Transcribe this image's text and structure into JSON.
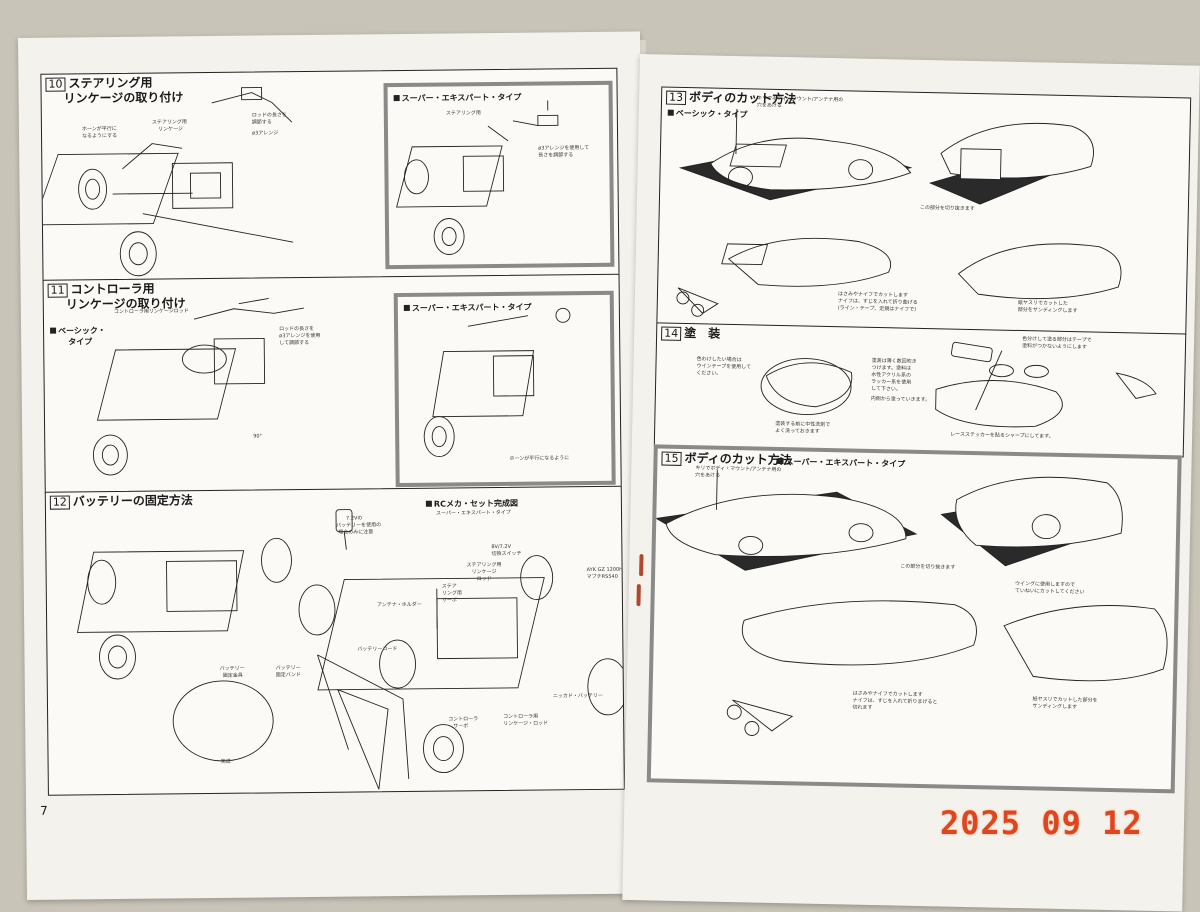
{
  "left_page": {
    "page_number": "7",
    "step10": {
      "number": "10",
      "title_line1": "ステアリング用",
      "title_line2": "リンケージの取り付け",
      "sub_title": "スーパー・エキスパート・タイプ",
      "notes": [
        "ホーンが平行に",
        "なるようにする",
        "ステアリング用",
        "リンケージ",
        "ロッドの長さを",
        "調節する",
        "ø3アレンジ",
        "ø3アレンジを使用して",
        "長さを調節する"
      ]
    },
    "step11": {
      "number": "11",
      "title_line1": "コントローラ用",
      "title_line2": "リンケージの取り付け",
      "basic_label_1": "ベーシック・",
      "basic_label_2": "タイプ",
      "sub_title": "スーパー・エキスパート・タイプ",
      "notes": [
        "コントローラ用リンケージロッド",
        "ロッドの長さを",
        "ø3アレンジを使用",
        "して調節する",
        "ホーンが平行になるように",
        "90°"
      ]
    },
    "step12": {
      "number": "12",
      "title": "バッテリーの固定方法",
      "rc_title": "RCメカ・セット完成図",
      "rc_subtitle": "スーパー・エキスパート・タイプ",
      "notes": [
        "7.2Vの",
        "バッテリーを使用の",
        "場合のみに注意",
        "バッテリー",
        "固定金具",
        "バッテリー",
        "固定バンド",
        "バッテリーコード",
        "アンテナ・ホルダー",
        "ステア",
        "リング用",
        "サーボ",
        "ステアリング用",
        "リンケージ",
        "ロッド",
        "8V/7.2V",
        "切換スイッチ",
        "AYK GZ 1200H",
        "マブチRS540",
        "ニッカド・バッテリー",
        "コントローラ用",
        "リンケージ・ロッド",
        "コントローラ",
        "サーボ",
        "完成"
      ]
    }
  },
  "right_page": {
    "step13": {
      "number": "13",
      "title": "ボディのカット方法",
      "basic_label": "ベーシック・タイプ",
      "notes": [
        "キリでボディ・マウント/アンテナ用の",
        "穴をあける",
        "この部分を切り抜きます",
        "はさみやナイフでカットします",
        "ナイフは、すじを入れて折り曲げる",
        "(ライン・テープ、定規はナイフで)",
        "紙ヤスリでカットした",
        "部分をサンディングします"
      ]
    },
    "step14": {
      "number": "14",
      "title": "塗　装",
      "notes": [
        "色わけしたい場合は",
        "ウインテープを使用して",
        "ください。",
        "塗装する前に中性洗剤で",
        "よく洗っておきます",
        "色分けして塗る部分はテープで",
        "塗料がつかないようにします",
        "塗装は薄く数回吹き",
        "つけます。塗料は",
        "水性アクリル系の",
        "ラッカー系を使用",
        "して下さい。",
        "内側から塗っていきます。",
        "レースステッカーを貼るシャープにしてます。"
      ]
    },
    "step15": {
      "number": "15",
      "title": "ボディのカット方法",
      "sub_title": "スーパー・エキスパート・タイプ",
      "notes": [
        "キリでボディ・マウント/アンテナ用の",
        "穴をあける",
        "この部分を切り抜きます",
        "ウイングに使用しますので",
        "ていねいにカットしてください",
        "はさみやナイフでカットします",
        "ナイフは、すじを入れて折りまげると",
        "切れます",
        "紙ヤスリでカットした部分を",
        "サンディングします"
      ]
    }
  },
  "date_stamp": "2025 09 12",
  "colors": {
    "paper": "#f4f2ec",
    "frame_gray": "#8a8a88",
    "stamp": "#e0461e",
    "ink": "#1a1a1a"
  }
}
